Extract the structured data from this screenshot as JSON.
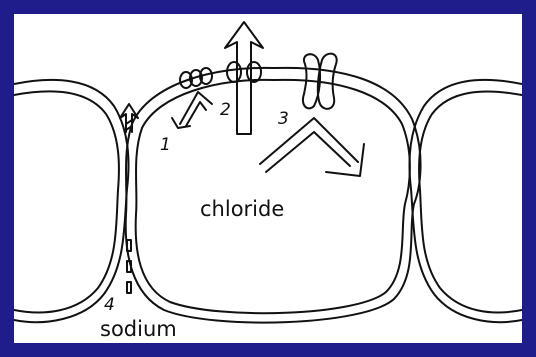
{
  "diagram": {
    "labels": {
      "pathway_1": "1",
      "pathway_2": "2",
      "pathway_3": "3",
      "pathway_4": "4",
      "ion_chloride": "chloride",
      "ion_sodium": "sodium"
    },
    "colors": {
      "frame": "#1f1c8c",
      "panel": "#ffffff",
      "ink": "#111111"
    }
  }
}
